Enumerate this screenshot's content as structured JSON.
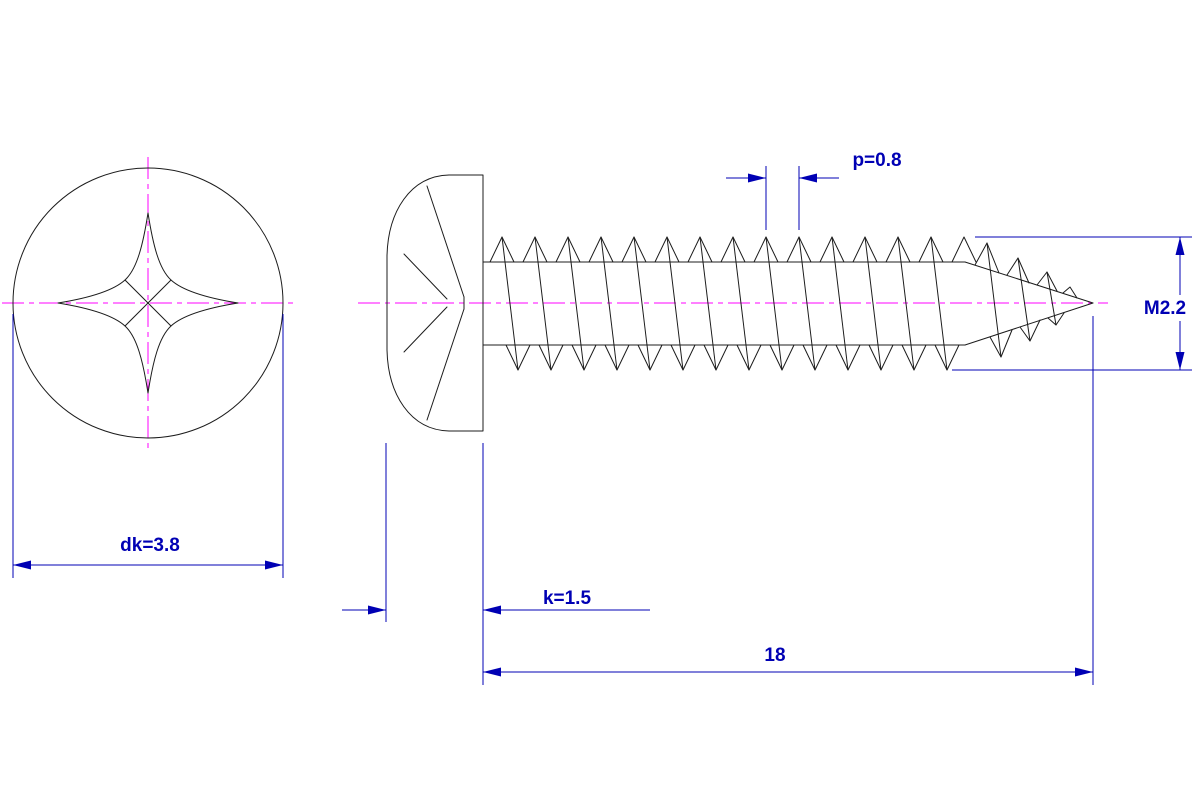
{
  "dimensions": {
    "head_diameter": "dk=3.8",
    "head_height": "k=1.5",
    "pitch": "p=0.8",
    "thread_diameter": "M2.2",
    "length": "18"
  },
  "colors": {
    "outline": "#1c1c1c",
    "centerline": "#ff00ff",
    "dimension": "#0000b4",
    "background": "#ffffff"
  }
}
